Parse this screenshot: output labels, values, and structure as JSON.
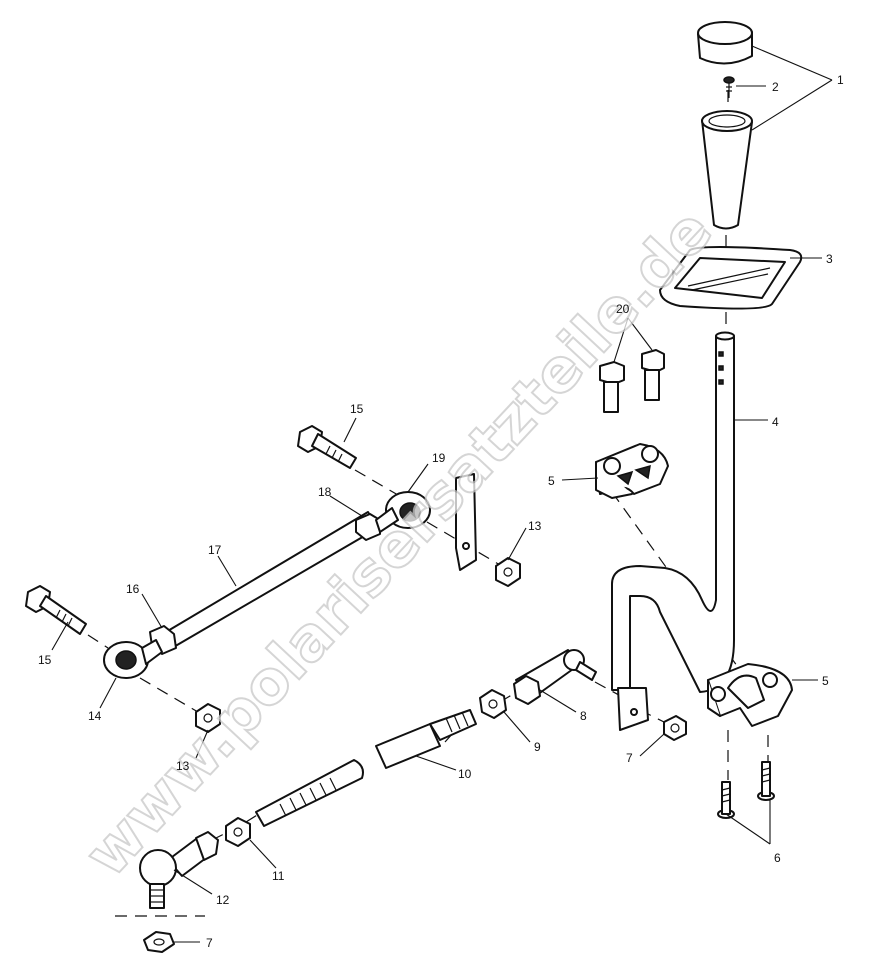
{
  "watermark": "www.polarisersatzteile.de",
  "callouts": [
    {
      "id": "c1",
      "label": "1"
    },
    {
      "id": "c2",
      "label": "2"
    },
    {
      "id": "c3",
      "label": "3"
    },
    {
      "id": "c4",
      "label": "4"
    },
    {
      "id": "c5a",
      "label": "5"
    },
    {
      "id": "c5b",
      "label": "5"
    },
    {
      "id": "c6",
      "label": "6"
    },
    {
      "id": "c7a",
      "label": "7"
    },
    {
      "id": "c7b",
      "label": "7"
    },
    {
      "id": "c8",
      "label": "8"
    },
    {
      "id": "c9",
      "label": "9"
    },
    {
      "id": "c10",
      "label": "10"
    },
    {
      "id": "c11",
      "label": "11"
    },
    {
      "id": "c12",
      "label": "12"
    },
    {
      "id": "c13a",
      "label": "13"
    },
    {
      "id": "c13b",
      "label": "13"
    },
    {
      "id": "c14",
      "label": "14"
    },
    {
      "id": "c15a",
      "label": "15"
    },
    {
      "id": "c15b",
      "label": "15"
    },
    {
      "id": "c16",
      "label": "16"
    },
    {
      "id": "c17",
      "label": "17"
    },
    {
      "id": "c18",
      "label": "18"
    },
    {
      "id": "c19",
      "label": "19"
    },
    {
      "id": "c20",
      "label": "20"
    }
  ]
}
